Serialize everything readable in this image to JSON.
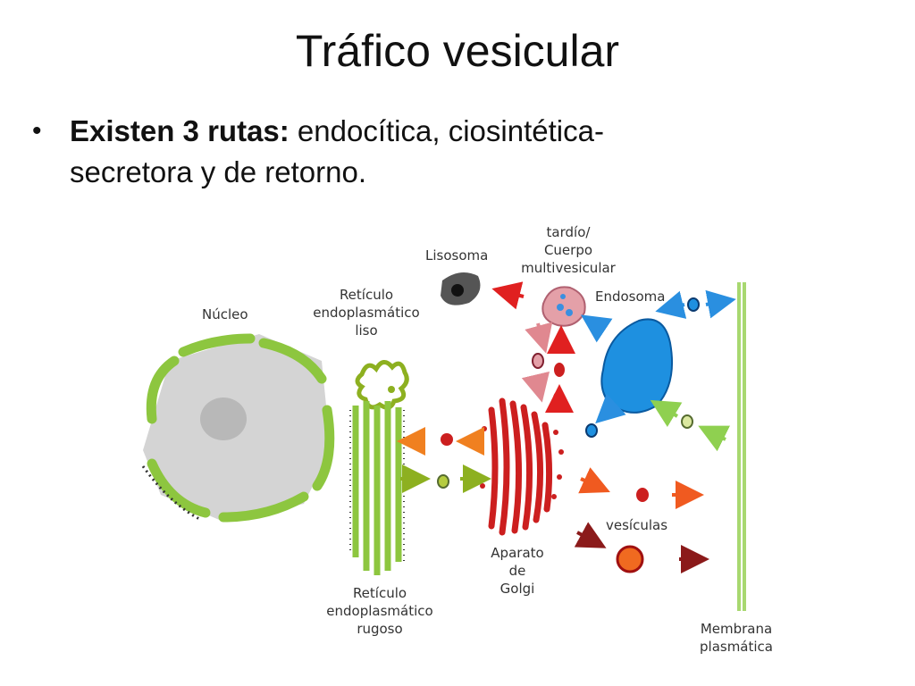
{
  "slide": {
    "title": "Tráfico vesicular",
    "bullet": {
      "bold": "Existen 3 rutas:",
      "line1": " endocítica, ciosintética-",
      "line2": "secretora y de retorno."
    }
  },
  "diagram": {
    "labels": {
      "nucleo": "Núcleo",
      "rel_1": "Retículo",
      "rel_2": "endoplasmático",
      "rel_3": "liso",
      "rer_1": "Retículo",
      "rer_2": "endoplasmático",
      "rer_3": "rugoso",
      "lisosoma": "Lisosoma",
      "cmv_1": "tardío/",
      "cmv_2": "Cuerpo",
      "cmv_3": "multivesicular",
      "endosoma": "Endosoma",
      "golgi_1": "Aparato",
      "golgi_2": "de",
      "golgi_3": "Golgi",
      "vesiculas": "vesículas",
      "membrana_1": "Membrana",
      "membrana_2": "plasmática"
    },
    "colors": {
      "er_green": "#8dc63f",
      "golgi_red": "#cc1f1f",
      "endosome_blue": "#1e90e0",
      "lysosome_gray": "#555555",
      "orange_arrow": "#f08020",
      "dark_red_arrow": "#8b1a1a",
      "membrane_green": "#a8d870"
    }
  }
}
